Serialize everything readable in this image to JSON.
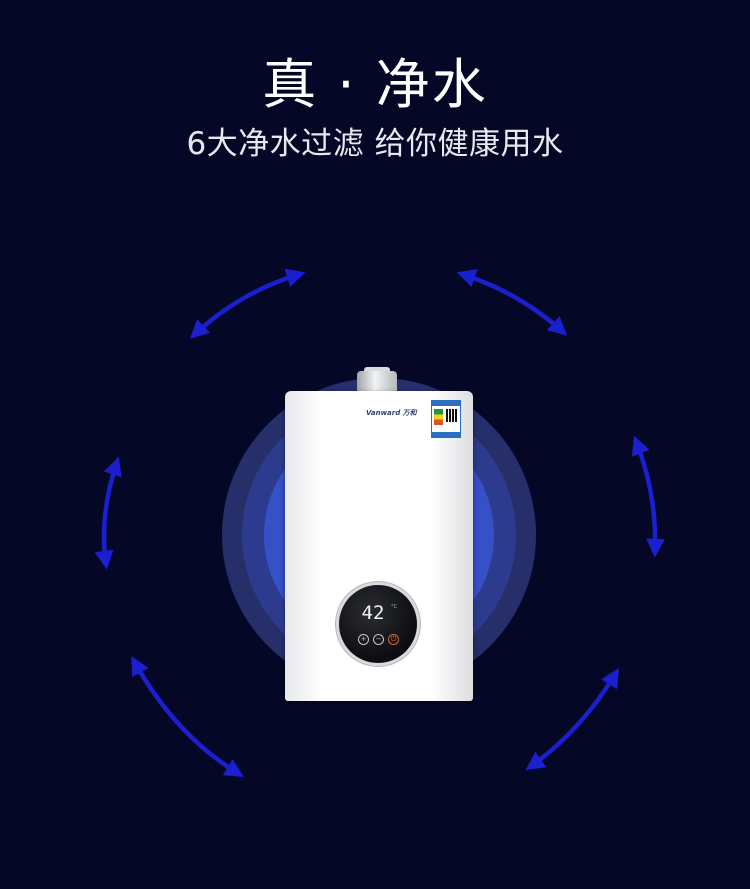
{
  "header": {
    "title": "真 · 净水",
    "subtitle": "6大净水过滤 给你健康用水"
  },
  "product": {
    "brand": "Vanward 万和",
    "display_value": "42",
    "display_unit": "°C"
  },
  "colors": {
    "background": "#040826",
    "arrow": "#1a1fd0",
    "glow": "#4364f0",
    "power_button": "#e06a2c"
  },
  "icons": [
    "curved-double-arrow-icon",
    "plus-icon",
    "minus-icon",
    "power-icon"
  ]
}
